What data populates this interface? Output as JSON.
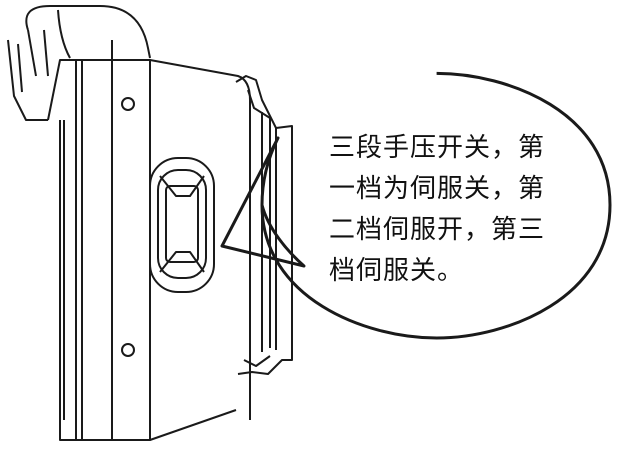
{
  "diagram": {
    "callout": {
      "lines": [
        "三段手压开关，第",
        "一档为伺服关，第",
        "二档伺服开，第三",
        "档伺服关。"
      ]
    },
    "colors": {
      "stroke": "#1a1a1a",
      "background": "#ffffff"
    },
    "icons": {
      "device": "teach-pendant-side-view",
      "switch": "three-position-enable-switch"
    }
  }
}
